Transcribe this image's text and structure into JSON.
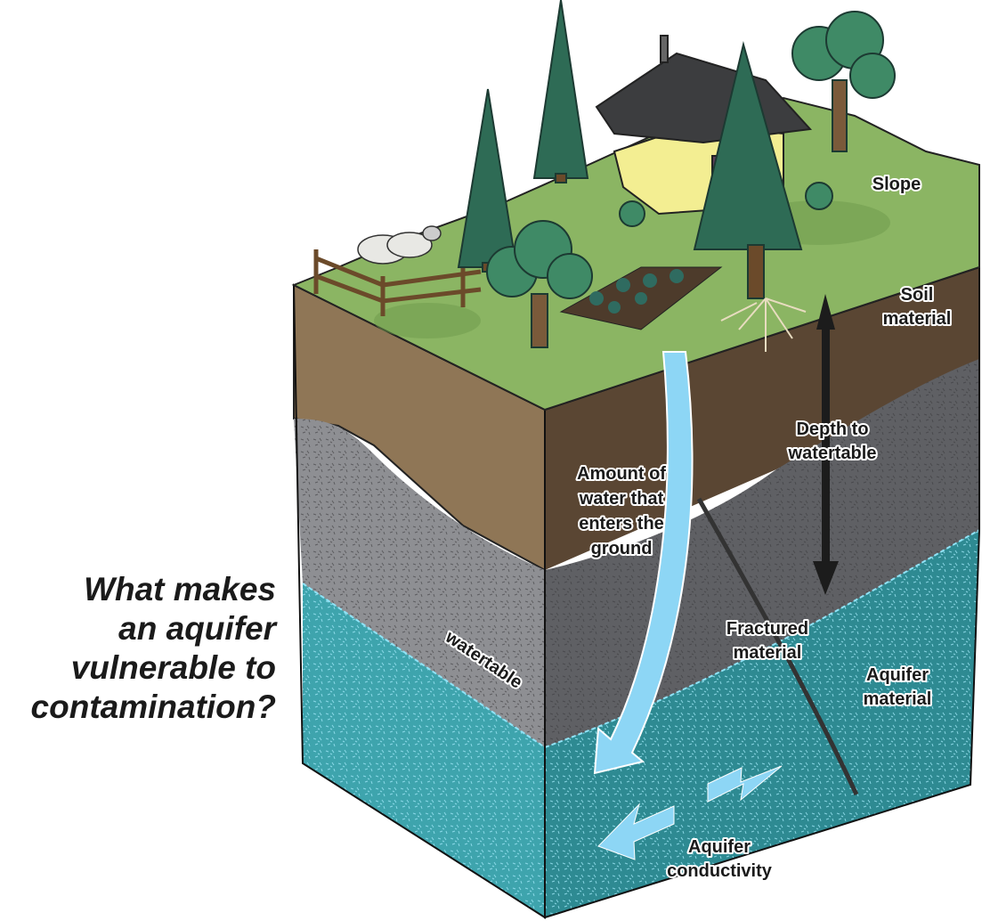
{
  "title": {
    "lines": [
      "What makes",
      "an aquifer",
      "vulnerable to",
      "contamination?"
    ]
  },
  "labels": {
    "slope": "Slope",
    "soil_material": [
      "Soil",
      "material"
    ],
    "depth_to_watertable": [
      "Depth to",
      "watertable"
    ],
    "amount_of_water": [
      "Amount of",
      "water that",
      "enters the",
      "ground"
    ],
    "fractured_material": [
      "Fractured",
      "material"
    ],
    "aquifer_material": [
      "Aquifer",
      "material"
    ],
    "watertable": "watertable",
    "aquifer_conductivity": [
      "Aquifer",
      "conductivity"
    ]
  },
  "colors": {
    "soil_left": "#8f7656",
    "soil_right": "#5a4633",
    "gravel_left": "#8e8f93",
    "gravel_right": "#5f6064",
    "water_left": "#3ea4ad",
    "water_right": "#2e8a92",
    "grass": "#8bb563",
    "arrow": "#8dd6f5"
  }
}
